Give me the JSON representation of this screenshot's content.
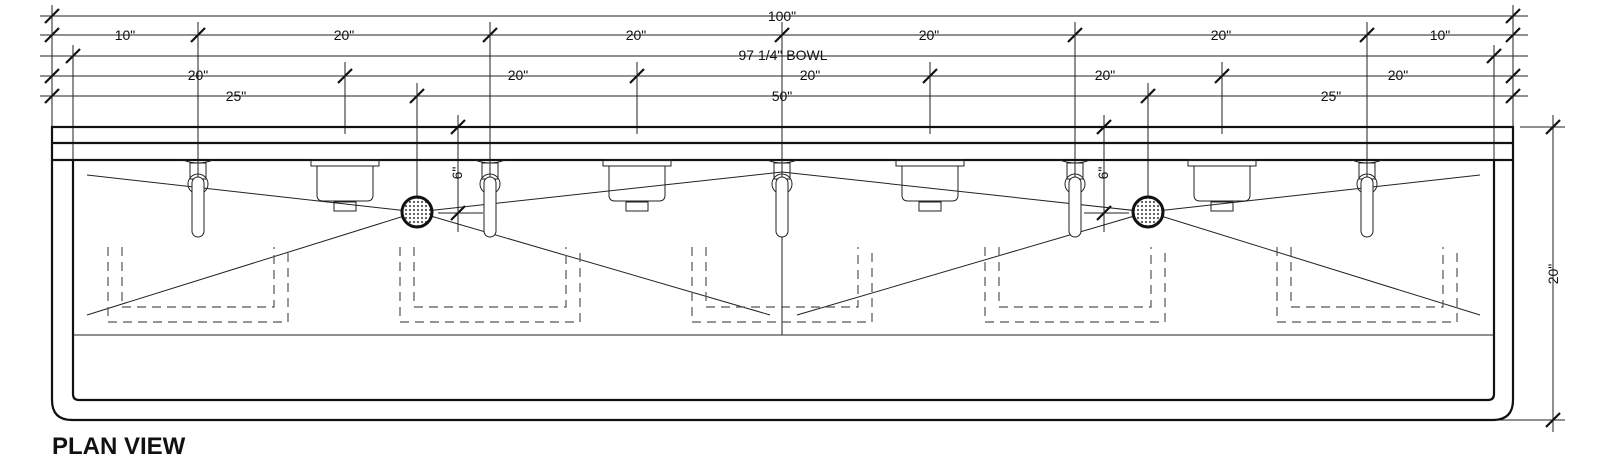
{
  "title": "PLAN VIEW",
  "dimensions": {
    "overall": "100\"",
    "row_faucets": [
      "10\"",
      "20\"",
      "20\"",
      "20\"",
      "20\"",
      "10\""
    ],
    "bowl": "97 1/4\" BOWL",
    "row_dispensers": [
      "20\"",
      "20\"",
      "20\"",
      "20\"",
      "20\""
    ],
    "row_drains": [
      "25\"",
      "50\"",
      "25\""
    ],
    "drain_offset": "6\"",
    "depth": "20\""
  }
}
